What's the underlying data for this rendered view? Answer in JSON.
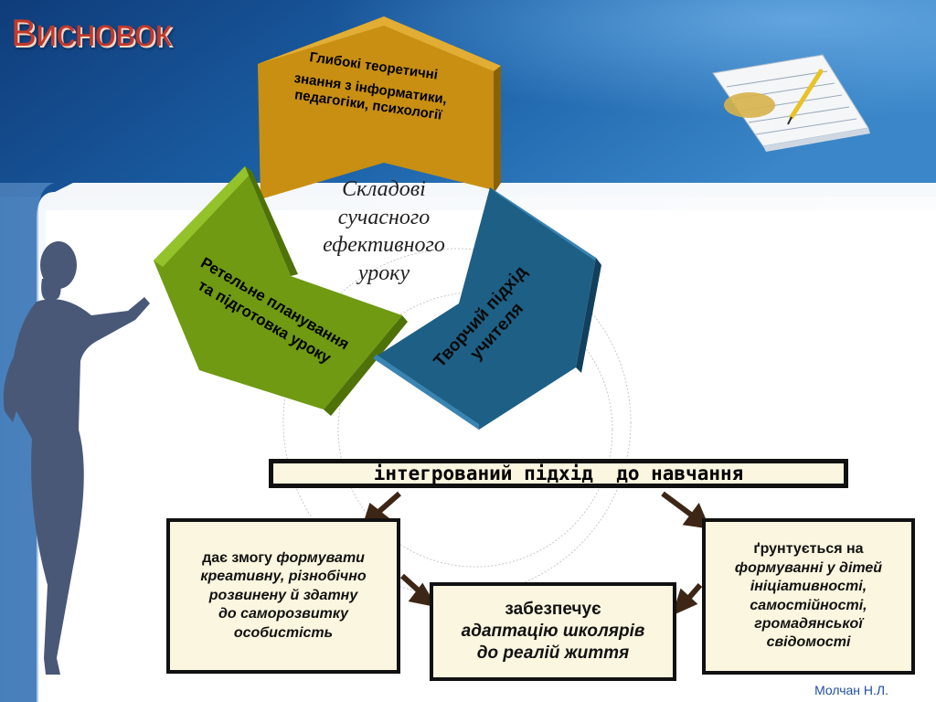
{
  "slide": {
    "title": "Висновок",
    "author": "Молчан Н.Л."
  },
  "diagram": {
    "center": {
      "lines": [
        "Складові",
        "сучасного",
        "ефективного",
        "уроку"
      ]
    },
    "segments": {
      "gold": {
        "color": "#c88f12",
        "lines": [
          "Глибокі теоретичні",
          "знання з інформатики,",
          "педагогіки, психології"
        ]
      },
      "green": {
        "color": "#6f9a12",
        "lines": [
          "Ретельне планування",
          "та підготовка уроку"
        ]
      },
      "blue": {
        "color": "#1e5f85",
        "lines": [
          "Творчий підхід",
          "учителя"
        ]
      }
    },
    "banner": {
      "text": "інтегрований підхід  до навчання"
    },
    "boxes": {
      "left": {
        "line1_normal": "дає змогу ",
        "line1_italic": "формувати",
        "lines": [
          "креативну, різнобічно",
          "розвинену  й здатну",
          "до саморозвитку",
          "особистість"
        ]
      },
      "middle": {
        "line1": "забезпечує",
        "lines": [
          "адаптацію школярів",
          "до реалій життя"
        ]
      },
      "right": {
        "line1": "ґрунтується на",
        "lines": [
          "формуванні у дітей",
          "ініціативності,",
          "самостійності,",
          "громадянської",
          "свідомості"
        ]
      }
    }
  }
}
